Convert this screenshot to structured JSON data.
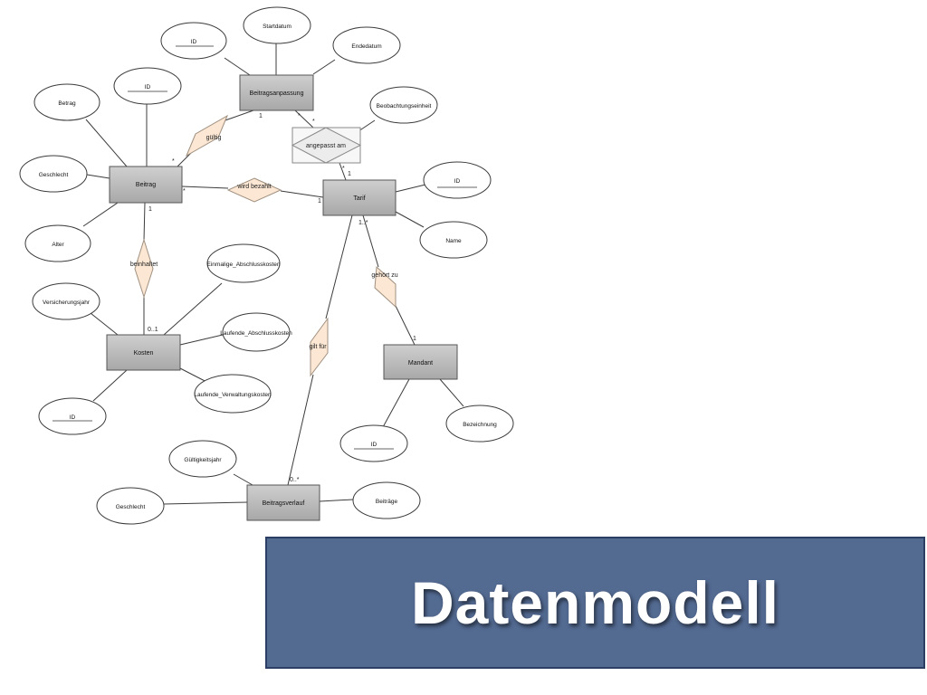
{
  "slide": {
    "title": "Datenmodell",
    "colors": {
      "title_box": "#536a91",
      "title_border": "#2c3e63",
      "entity_fill": "#bdbdbd",
      "relationship_fill": "#fbe7d3",
      "line": "#3c3c3c"
    }
  },
  "diagram": {
    "entities": [
      {
        "id": "beitragsanpassung",
        "label": "Beitragsanpassung"
      },
      {
        "id": "beitrag",
        "label": "Beitrag"
      },
      {
        "id": "tarif",
        "label": "Tarif"
      },
      {
        "id": "kosten",
        "label": "Kosten"
      },
      {
        "id": "mandant",
        "label": "Mandant"
      },
      {
        "id": "beitragsverlauf",
        "label": "Beitragsverlauf"
      }
    ],
    "attributes": [
      {
        "id": "ba-id",
        "label": "ID",
        "key": true
      },
      {
        "id": "ba-startdatum",
        "label": "Startdatum",
        "key": false
      },
      {
        "id": "ba-endedatum",
        "label": "Endedatum",
        "key": false
      },
      {
        "id": "tarif-beobachtungseinheit",
        "label": "Beobachtungseinheit",
        "key": false
      },
      {
        "id": "beitrag-betrag",
        "label": "Betrag",
        "key": false
      },
      {
        "id": "beitrag-id",
        "label": "ID",
        "key": true
      },
      {
        "id": "beitrag-geschlecht",
        "label": "Geschlecht",
        "key": false
      },
      {
        "id": "beitrag-alter",
        "label": "Alter",
        "key": false
      },
      {
        "id": "tarif-id",
        "label": "ID",
        "key": true
      },
      {
        "id": "tarif-name",
        "label": "Name",
        "key": false
      },
      {
        "id": "kosten-einmalige",
        "label": "Einmalige_Abschlusskosten",
        "key": false
      },
      {
        "id": "kosten-versicherungsjahr",
        "label": "Versicherungsjahr",
        "key": false
      },
      {
        "id": "kosten-laufende-abschluss",
        "label": "Laufende_Abschlusskosten",
        "key": false
      },
      {
        "id": "kosten-laufende-verwaltung",
        "label": "Laufende_Verwaltungskosten",
        "key": false
      },
      {
        "id": "kosten-id",
        "label": "ID",
        "key": true
      },
      {
        "id": "mandant-id",
        "label": "ID",
        "key": true
      },
      {
        "id": "mandant-bezeichnung",
        "label": "Bezeichnung",
        "key": false
      },
      {
        "id": "bv-gueltigkeitsjahr",
        "label": "Gültigkeitsjahr",
        "key": false
      },
      {
        "id": "bv-geschlecht",
        "label": "Geschlecht",
        "key": false
      },
      {
        "id": "bv-beitraege",
        "label": "Beiträge",
        "key": false
      }
    ],
    "relationships": [
      {
        "id": "gueltig",
        "label": "gültig"
      },
      {
        "id": "angepasst-am",
        "label": "angepasst am"
      },
      {
        "id": "wird-bezahlt",
        "label": "wird bezahlt"
      },
      {
        "id": "beinhaltet",
        "label": "beinhaltet"
      },
      {
        "id": "gehoert-zu",
        "label": "gehört zu"
      },
      {
        "id": "gilt-fuer",
        "label": "gilt für"
      }
    ],
    "cardinalities": [
      "1",
      "*",
      "*",
      "*",
      "1",
      "*",
      "*",
      "1",
      "1",
      "1..*",
      "0..1",
      "1",
      "0..*"
    ]
  }
}
